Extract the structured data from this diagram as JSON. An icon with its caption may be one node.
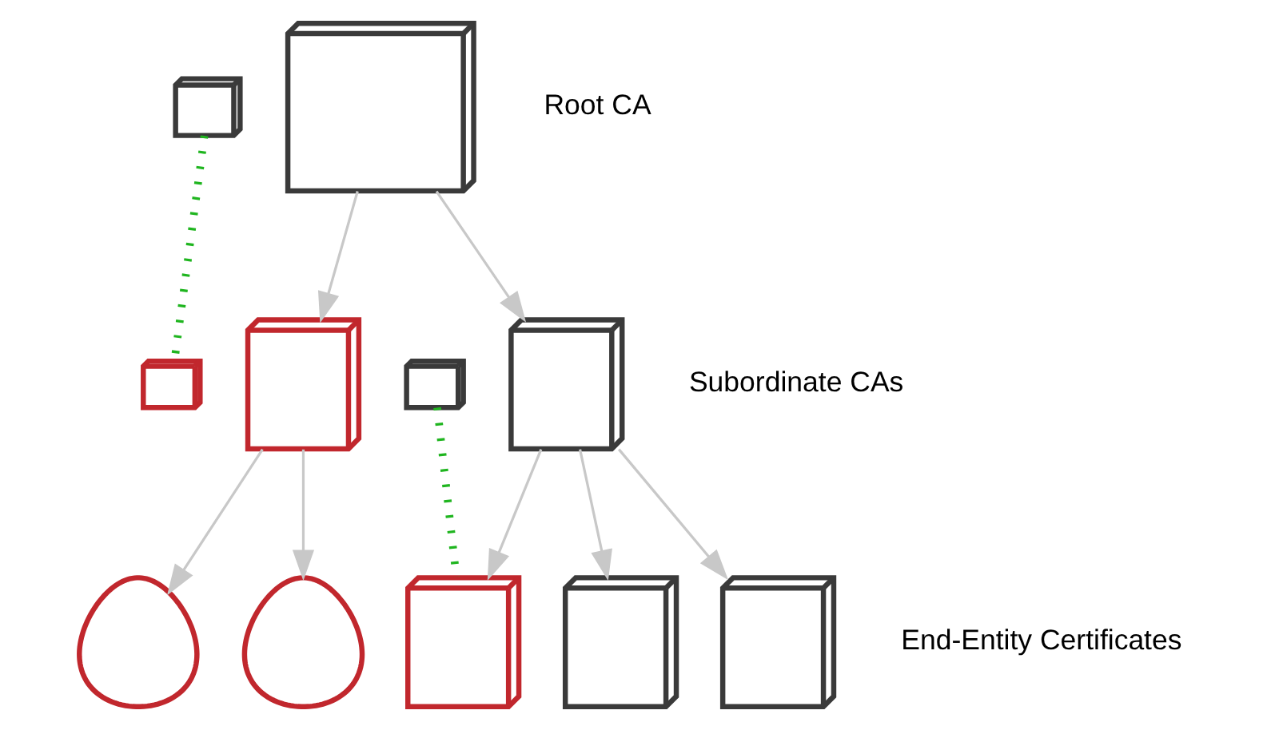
{
  "diagram": {
    "nodes": [
      {
        "text": [],
        "shape": "picture",
        "beside": [
          "Root CA"
        ]
      },
      {
        "text": [],
        "shape": "picture"
      },
      {
        "text": [],
        "shape": "picture"
      },
      {
        "text": [],
        "shape": "picture"
      },
      {
        "text": [],
        "shape": "picture"
      },
      {
        "text": [],
        "shape": "picture",
        "beside": [
          "Subordinate CAs"
        ]
      },
      {
        "text": [],
        "shape": "person"
      },
      {
        "text": [],
        "shape": "person"
      },
      {
        "text": [],
        "shape": "picture"
      },
      {
        "text": [],
        "shape": "picture"
      },
      {
        "text": [],
        "shape": "picture",
        "beside": [
          "End-Entity Certificates"
        ]
      }
    ],
    "edges": [
      {
        "from": 0,
        "to": 3,
        "arrow": "to"
      },
      {
        "from": 0,
        "to": 5,
        "arrow": "to"
      },
      {
        "from": 1,
        "to": 2,
        "arrow": "none",
        "style": "dashed",
        "color": "#1fb51f"
      },
      {
        "from": 4,
        "to": 8,
        "arrow": "none",
        "style": "dashed",
        "color": "#1fb51f"
      },
      {
        "from": 3,
        "to": 6,
        "arrow": "to"
      },
      {
        "from": 3,
        "to": 7,
        "arrow": "to"
      },
      {
        "from": 5,
        "to": 8,
        "arrow": "to"
      },
      {
        "from": 5,
        "to": 9,
        "arrow": "to"
      },
      {
        "from": 5,
        "to": 10,
        "arrow": "to"
      }
    ]
  }
}
